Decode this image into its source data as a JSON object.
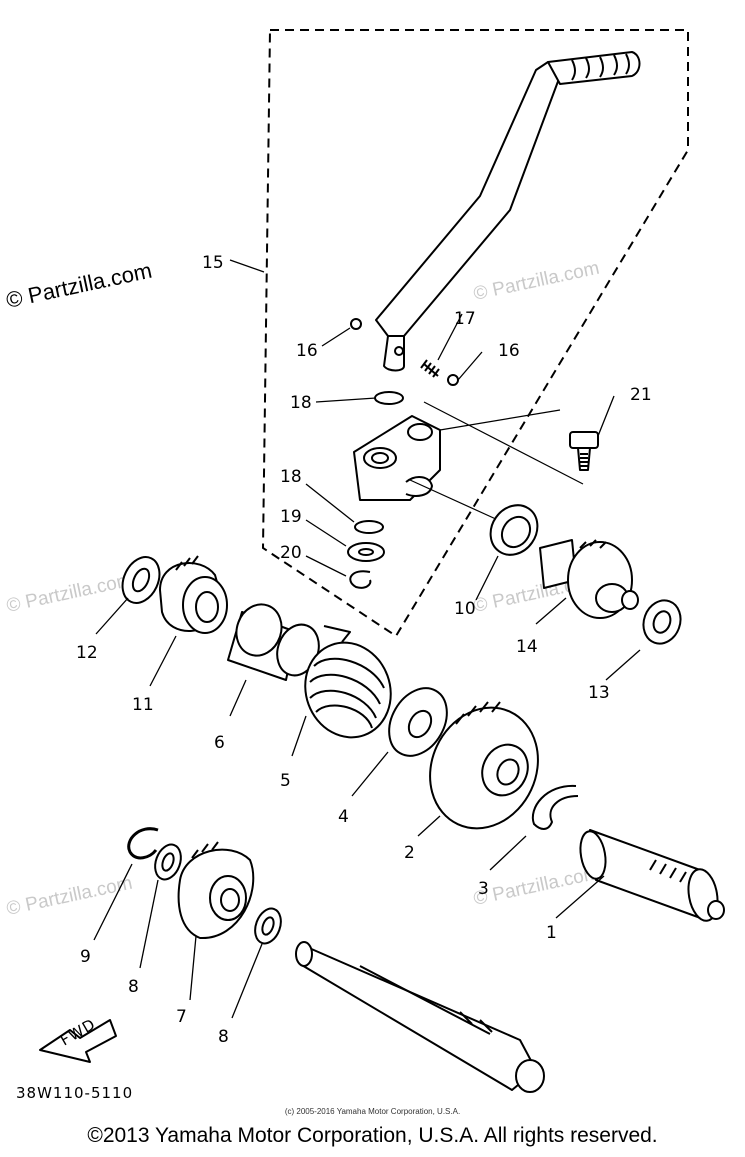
{
  "watermarks": {
    "top_left": "© Partzilla.com",
    "repeat": "© Partzilla.com"
  },
  "diagram_code": "38W110-5110",
  "fwd_label": "FWD",
  "parts": {
    "p1": "1",
    "p2": "2",
    "p3": "3",
    "p4": "4",
    "p5": "5",
    "p6": "6",
    "p7": "7",
    "p8a": "8",
    "p8b": "8",
    "p9": "9",
    "p10": "10",
    "p11": "11",
    "p12": "12",
    "p13": "13",
    "p14": "14",
    "p15": "15",
    "p16a": "16",
    "p16b": "16",
    "p17": "17",
    "p18a": "18",
    "p18b": "18",
    "p19": "19",
    "p20": "20",
    "p21": "21"
  },
  "copyright_small": "(c) 2005-2016 Yamaha Motor Corporation, U.S.A.",
  "copyright_main": "©2013 Yamaha Motor Corporation, U.S.A. All rights reserved."
}
